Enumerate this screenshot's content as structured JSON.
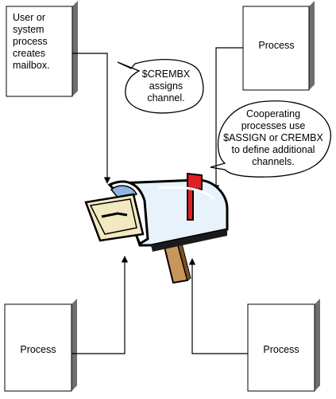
{
  "boxes": {
    "user_process": "User or\nsystem\nprocess\ncreates\nmailbox.",
    "process_top_right": "Process",
    "process_bottom_left": "Process",
    "process_bottom_right": "Process"
  },
  "callouts": {
    "crembx": "$CREMBX\nassigns\nchannel.",
    "cooperating": "Cooperating\nprocesses use\n$ASSIGN or CREMBX\nto define additional\nchannels."
  },
  "colors": {
    "box_shadow": "#6e6e6e",
    "mailbox_body": "#e8f2fa",
    "mailbox_flag": "#e02020",
    "envelope": "#f3e9c0",
    "post": "#c8955a",
    "window": "#8fb4e0"
  }
}
